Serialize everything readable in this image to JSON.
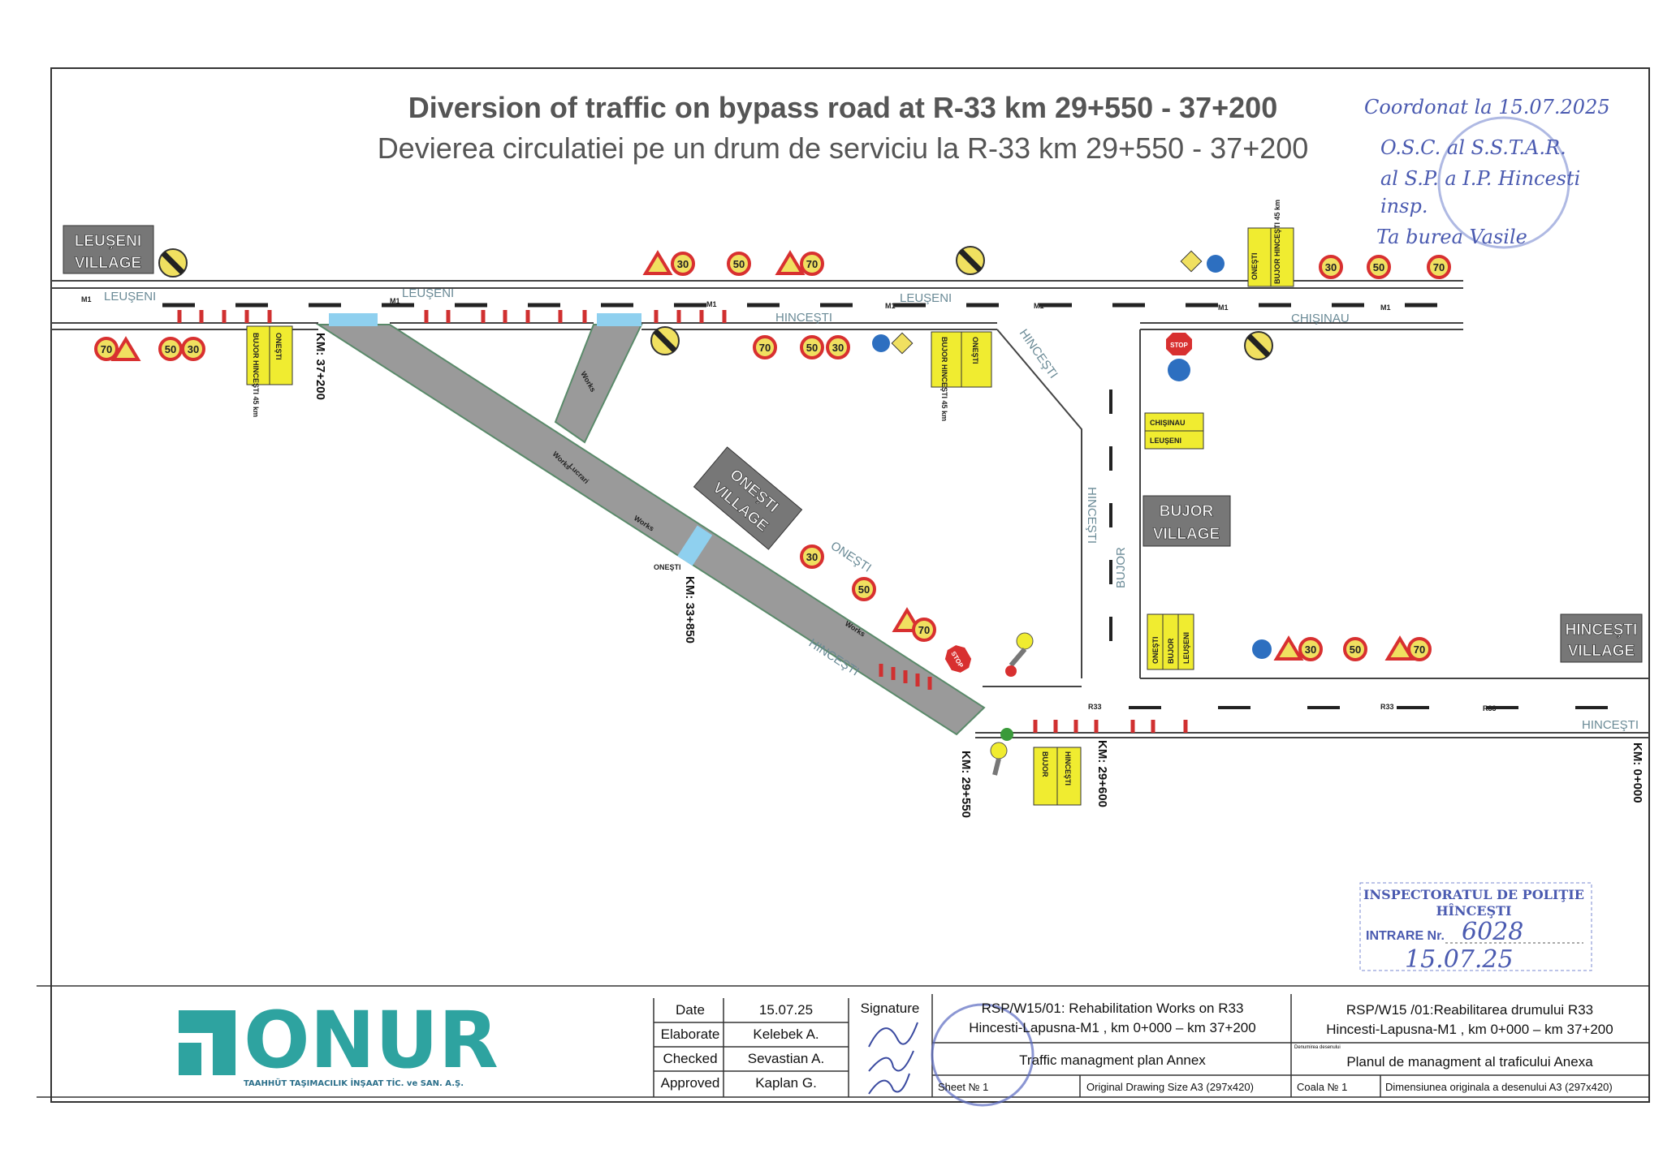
{
  "title": {
    "en": "Diversion of traffic on bypass road at R-33 km 29+550 - 37+200",
    "ro": "Devierea circulatiei pe un drum de serviciu la R-33 km 29+550 - 37+200"
  },
  "villages": {
    "leuseni": [
      "LEUŞENI",
      "VILLAGE"
    ],
    "onesti": [
      "ONEŞTI",
      "VILLAGE"
    ],
    "bujor": [
      "BUJOR",
      "VILLAGE"
    ],
    "hincesti": [
      "HINCEŞTI",
      "VILLAGE"
    ]
  },
  "roads": {
    "m1": "M1",
    "r33": "R33",
    "leuseni": "LEUŞENI",
    "hincesti": "HINCEŞTI",
    "chisinau": "CHIŞINAU",
    "bujor": "BUJOR",
    "onesti": "ONEŞTI",
    "works": "Works",
    "lucrari": "Lucrari"
  },
  "km_markers": [
    "KM: 37+200",
    "KM: 33+850",
    "KM: 29+550",
    "KM: 29+600",
    "KM: 0+000"
  ],
  "signs": {
    "speed": [
      "70",
      "50",
      "30"
    ],
    "stop": "STOP",
    "boards": {
      "bujor_hincesti": "BUJOR HINCEŞTI 45 km",
      "onesti": "ONEŞTI",
      "chisinau": "CHIŞINAU",
      "leuseni": "LEUŞENI",
      "bujor": "BUJOR",
      "hincesti": "HINCEŞTI"
    }
  },
  "approval_note": [
    "Coordonat la 15.07.2025",
    "O.S.C. al S.S.T.A.R.",
    "al S.P. a I.P. Hincesti",
    "insp.",
    "Ta burea Vasile"
  ],
  "police_stamp": {
    "line1": "INSPECTORATUL DE POLIŢIE",
    "line2": "HÎNCEŞTI",
    "entry_label": "INTRARE Nr.",
    "entry_no": "6028",
    "entry_date": "15.07.25"
  },
  "company": {
    "name": "ONUR",
    "subtitle": "TAAHHÜT TAŞIMACILIK İNŞAAT TİC. ve SAN. A.Ş."
  },
  "title_block": {
    "rows": [
      {
        "label": "Date",
        "value": "15.07.25"
      },
      {
        "label": "Elaborate",
        "value": "Kelebek A."
      },
      {
        "label": "Checked",
        "value": "Sevastian A."
      },
      {
        "label": "Approved",
        "value": "Kaplan G."
      }
    ],
    "signature_label": "Signature",
    "project_en": [
      "RSP/W15/01: Rehabilitation Works on R33",
      "Hincesti-Lapusna-M1 , km 0+000 – km 37+200"
    ],
    "project_ro": [
      "RSP/W15 /01:Reabilitarea drumului R33",
      "Hincesti-Lapusna-M1 , km 0+000 – km 37+200"
    ],
    "drawing_en": "Traffic managment plan Annex",
    "drawing_ro_caption": "Denumirea desenului",
    "drawing_ro": "Planul de managment al traficului Anexa",
    "sheet_en": "Sheet № 1",
    "size_en": "Original Drawing Size A3 (297x420)",
    "sheet_ro": "Coala № 1",
    "size_ro": "Dimensiunea originala a desenului A3 (297x420)"
  }
}
